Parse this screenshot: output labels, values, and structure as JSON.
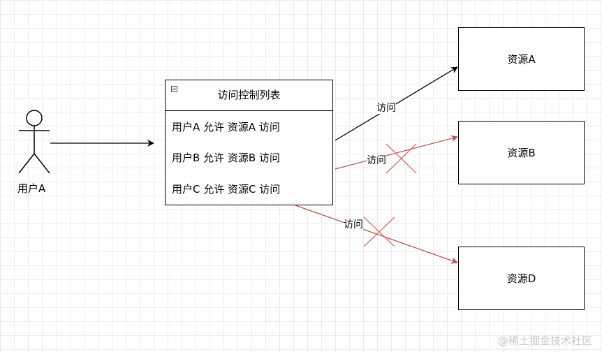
{
  "actor": {
    "label": "用户A"
  },
  "acl": {
    "title": "访问控制列表",
    "rows": [
      "用户A 允许 资源A 访问",
      "用户B 允许 资源B 访问",
      "用户C 允许 资源C 访问"
    ]
  },
  "resources": [
    {
      "label": "资源A",
      "access": "allowed"
    },
    {
      "label": "资源B",
      "access": "denied"
    },
    {
      "label": "资源D",
      "access": "denied"
    }
  ],
  "edges": [
    {
      "from": "用户A",
      "to": "访问控制列表",
      "label": "",
      "status": "allowed"
    },
    {
      "from": "访问控制列表",
      "to": "资源A",
      "label": "访问",
      "status": "allowed"
    },
    {
      "from": "访问控制列表",
      "to": "资源B",
      "label": "访问",
      "status": "denied"
    },
    {
      "from": "访问控制列表",
      "to": "资源D",
      "label": "访问",
      "status": "denied"
    }
  ],
  "colors": {
    "allowed": "#000000",
    "denied": "#b85450",
    "cross": "#ea6b66",
    "grid": "#ececec"
  },
  "watermark": "@稀土掘金技术社区"
}
